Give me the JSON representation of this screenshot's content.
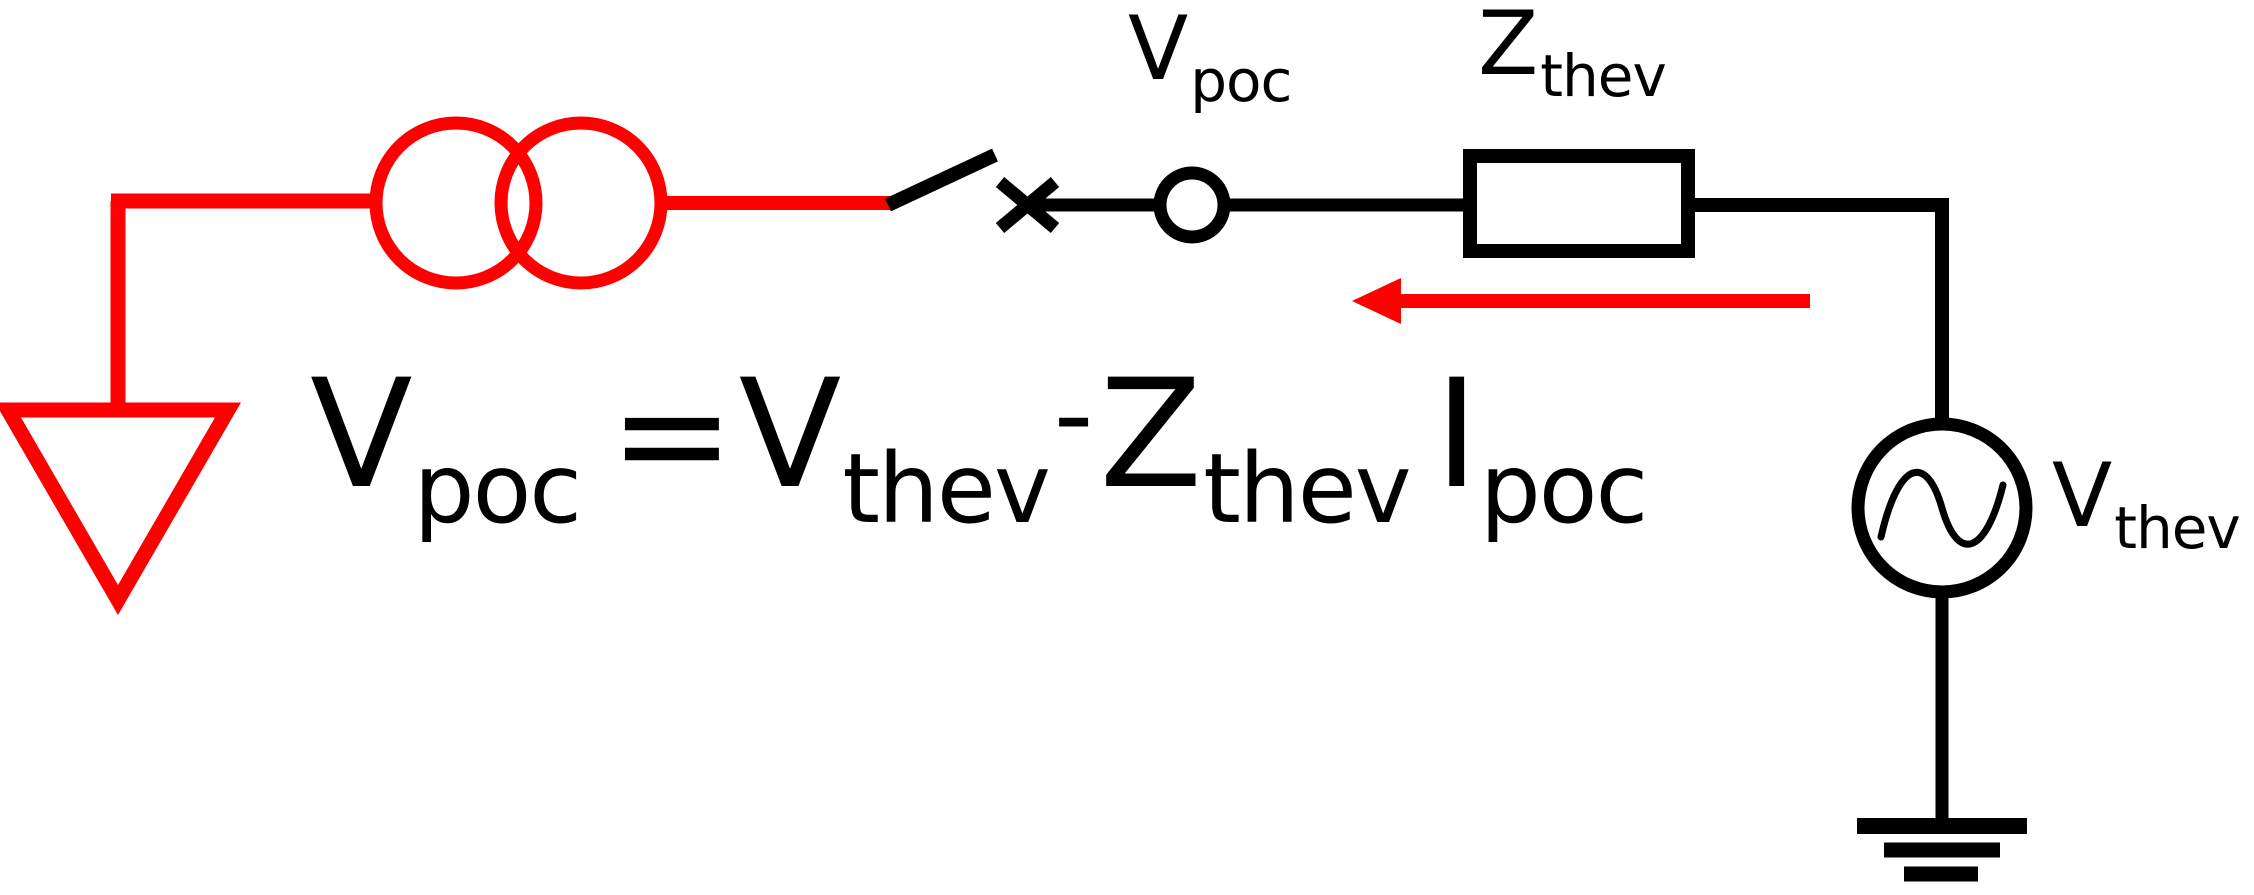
{
  "diagram": {
    "title_text": null,
    "colors": {
      "network_red": "#FF0000",
      "thevenin_black": "#000000",
      "background": "#FFFFFF"
    },
    "labels": {
      "v_poc": {
        "base": "V",
        "sub": "poc"
      },
      "z_thev": {
        "base": "Z",
        "sub": "thev"
      },
      "v_thev": {
        "base": "V",
        "sub": "thev"
      }
    },
    "equation": {
      "full_text": "V_poc = V_thev - Z_thev I_poc",
      "terms": [
        {
          "base": "V",
          "sub": "poc"
        },
        {
          "op": "="
        },
        {
          "base": "V",
          "sub": "thev"
        },
        {
          "op": "-"
        },
        {
          "base": "Z",
          "sub": "thev"
        },
        {
          "base": "I",
          "sub": "poc"
        }
      ],
      "lhs_base": "V",
      "lhs_sub": "poc",
      "equals": "=",
      "rhs1_base": "V",
      "rhs1_sub": "thev",
      "minus": "-",
      "rhs2_base": "Z",
      "rhs2_sub": "thev",
      "rhs3_base": "I",
      "rhs3_sub": "poc"
    },
    "components": [
      {
        "name": "delta-winding-ground",
        "type": "delta-triangle",
        "color": "#FF0000"
      },
      {
        "name": "transformer",
        "type": "two-winding-transformer",
        "color": "#FF0000"
      },
      {
        "name": "circuit-breaker-switch",
        "type": "open-switch-with-cross",
        "color": "#000000",
        "state": "open"
      },
      {
        "name": "poc-node",
        "type": "node-circle",
        "color": "#000000"
      },
      {
        "name": "thevenin-impedance",
        "type": "impedance-box",
        "color": "#000000"
      },
      {
        "name": "thevenin-source",
        "type": "ac-voltage-source",
        "color": "#000000"
      },
      {
        "name": "earth-ground",
        "type": "earth-ground",
        "color": "#000000"
      },
      {
        "name": "current-arrow",
        "type": "arrow",
        "direction": "left",
        "color": "#FF0000"
      }
    ]
  }
}
